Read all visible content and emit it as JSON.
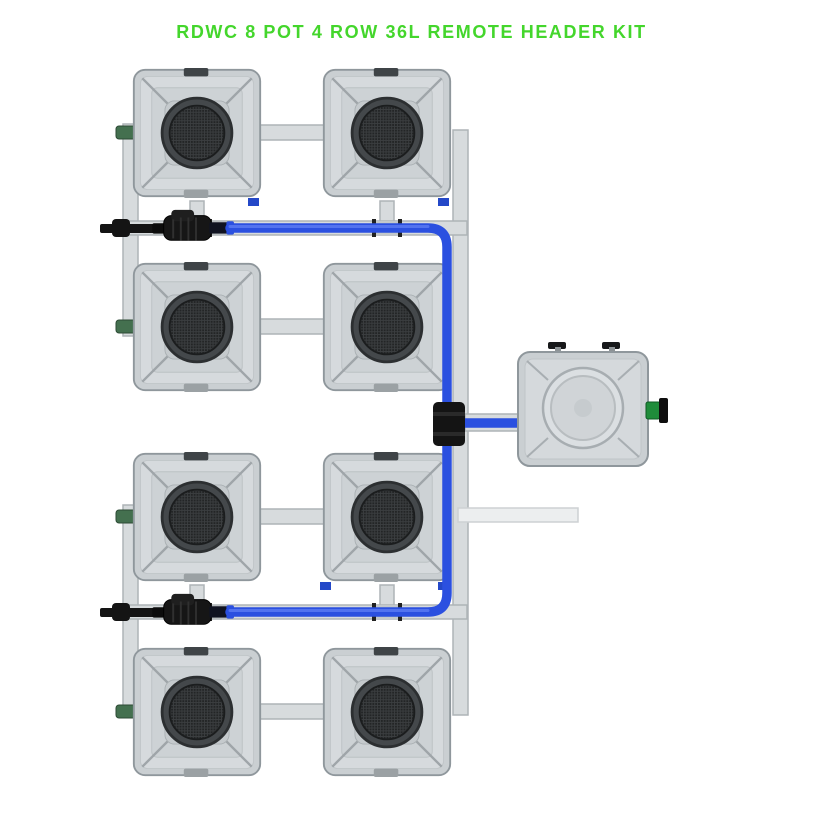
{
  "title": {
    "text": "RDWC 8 POT 4 ROW 36L REMOTE HEADER KIT",
    "color": "#44D62C"
  },
  "diagram": {
    "pot_count": 8,
    "row_count": 4,
    "column_count": 2,
    "pot_volume": "36L",
    "components": {
      "pot": "36L RDWC pot with mesh lid",
      "pump": "inline circulation pump",
      "header_tank": "remote header tank",
      "blue_tube": "blue recirculation tubing",
      "manifold": "return manifold pipe"
    },
    "colors": {
      "title_green": "#44D62C",
      "tube_blue": "#2B50E0",
      "pot_gray": "#CACFD2",
      "pipe_gray": "#D7DBDD",
      "pump_black": "#161616",
      "fitting_green": "#1F8C3A"
    }
  }
}
